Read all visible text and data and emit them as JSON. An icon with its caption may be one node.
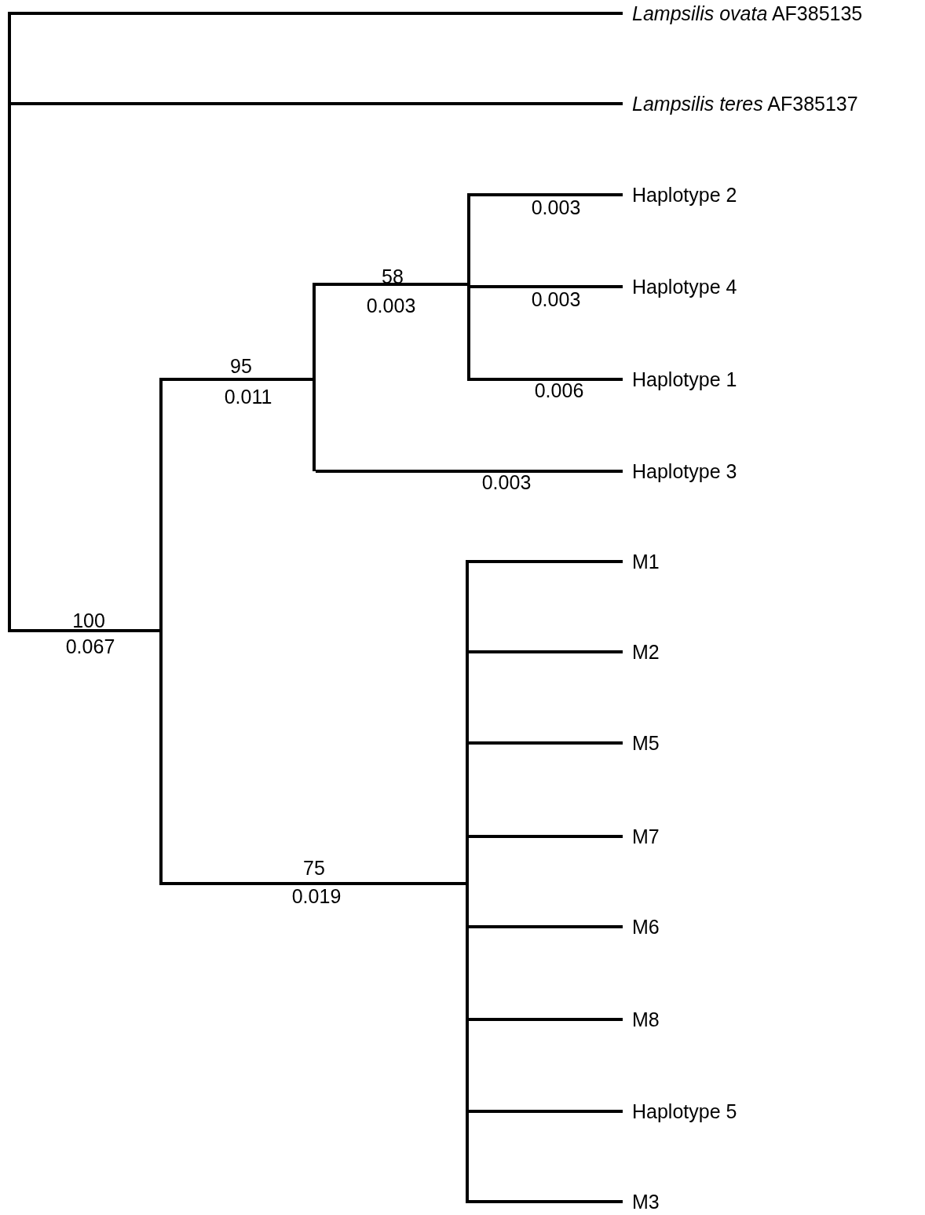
{
  "diagram": {
    "nodes": [
      {
        "text": [],
        "shape": "bar"
      },
      {
        "text": [
          "*Lampsilis ovata* AF385135"
        ]
      },
      {
        "text": [
          "*Lampsilis teres* AF385137"
        ]
      },
      {
        "text": [],
        "shape": "bar"
      },
      {
        "text": [],
        "shape": "bar"
      },
      {
        "text": [],
        "shape": "bar"
      },
      {
        "text": [
          "Haplotype 2"
        ]
      },
      {
        "text": [
          "Haplotype 4"
        ]
      },
      {
        "text": [
          "Haplotype 1"
        ]
      },
      {
        "text": [
          "Haplotype 3"
        ]
      },
      {
        "text": [],
        "shape": "bar"
      },
      {
        "text": [
          "M1"
        ]
      },
      {
        "text": [
          "M2"
        ]
      },
      {
        "text": [
          "M5"
        ]
      },
      {
        "text": [
          "M7"
        ]
      },
      {
        "text": [
          "M6"
        ]
      },
      {
        "text": [
          "M8"
        ]
      },
      {
        "text": [
          "Haplotype 5"
        ]
      },
      {
        "text": [
          "M3"
        ]
      }
    ],
    "edges": [
      {
        "from": 0,
        "to": 1,
        "arrow": "none"
      },
      {
        "from": 0,
        "to": 2,
        "arrow": "none"
      },
      {
        "from": 0,
        "to": 3,
        "arrow": "none",
        "label": "0.067"
      },
      {
        "from": 3,
        "to": 4,
        "arrow": "none",
        "label": "0.011"
      },
      {
        "from": 3,
        "to": 10,
        "arrow": "none",
        "label": "0.019"
      },
      {
        "from": 4,
        "to": 5,
        "arrow": "none",
        "label": "0.003"
      },
      {
        "from": 4,
        "to": 9,
        "arrow": "none",
        "label": "0.003"
      },
      {
        "from": 5,
        "to": 6,
        "arrow": "none",
        "label": "0.003"
      },
      {
        "from": 5,
        "to": 7,
        "arrow": "none",
        "label": "0.003"
      },
      {
        "from": 5,
        "to": 8,
        "arrow": "none",
        "label": "0.006"
      },
      {
        "from": 10,
        "to": 11,
        "arrow": "none"
      },
      {
        "from": 10,
        "to": 12,
        "arrow": "none"
      },
      {
        "from": 10,
        "to": 13,
        "arrow": "none"
      },
      {
        "from": 10,
        "to": 14,
        "arrow": "none"
      },
      {
        "from": 10,
        "to": 15,
        "arrow": "none"
      },
      {
        "from": 10,
        "to": 16,
        "arrow": "none"
      },
      {
        "from": 10,
        "to": 17,
        "arrow": "none"
      },
      {
        "from": 10,
        "to": 18,
        "arrow": "none"
      }
    ],
    "labels": [
      "58",
      "95",
      "100",
      "75"
    ]
  }
}
